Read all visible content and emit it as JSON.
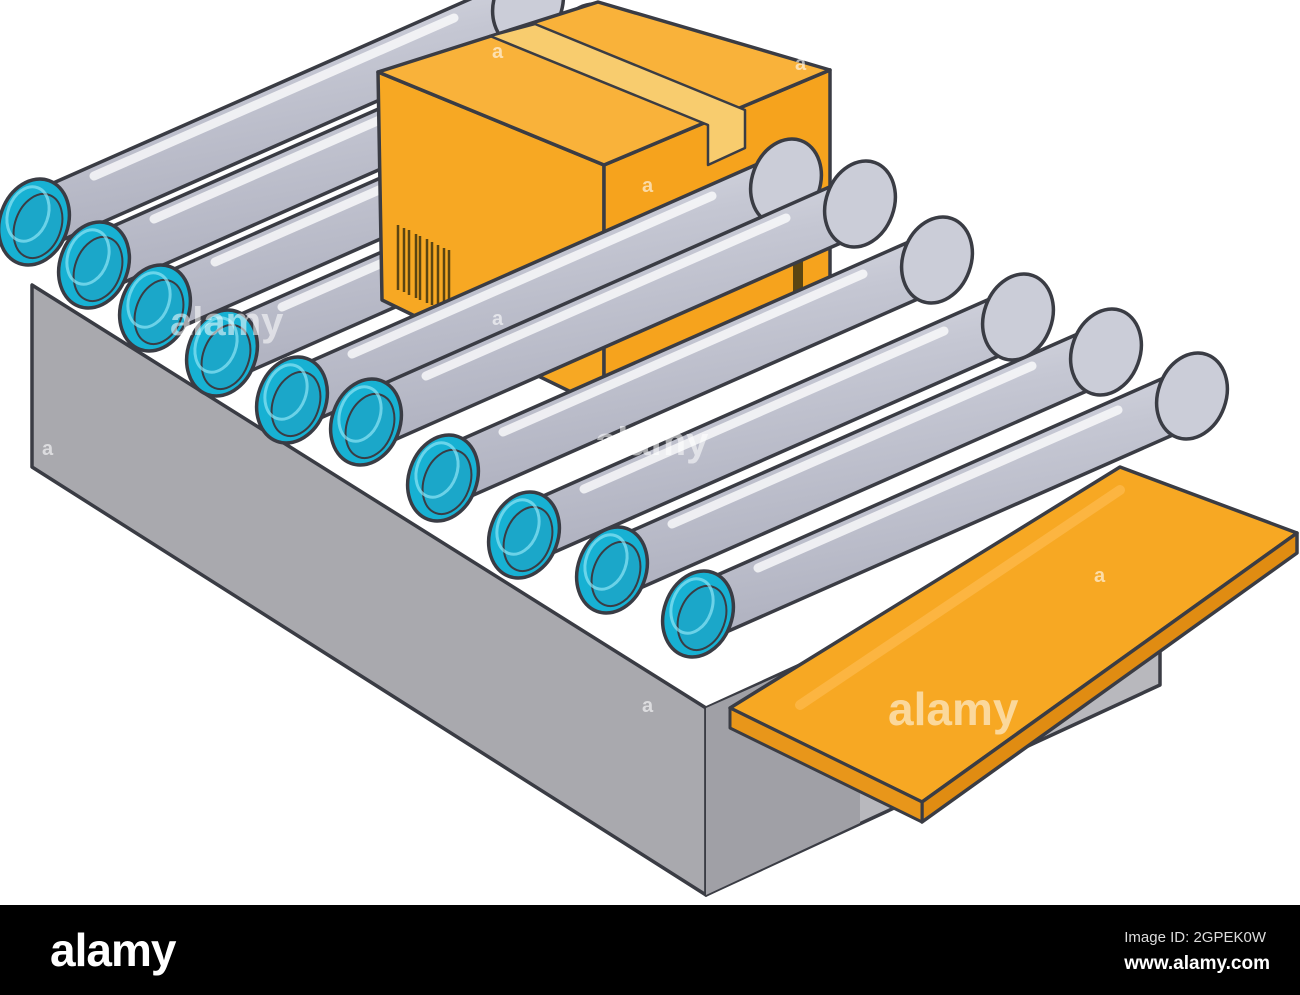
{
  "watermark": {
    "text": "alamy",
    "small_mark": "a"
  },
  "footer": {
    "logo": "alamy",
    "image_id_label": "Image ID: 2GPEK0W",
    "url": "www.alamy.com"
  },
  "colors": {
    "box": "#f7a823",
    "box_side": "#f4a21b",
    "roller": "#c7c9d4",
    "roller_end": "#17b1d3",
    "base": "#a9a9ae",
    "plate": "#f7a823",
    "outline": "#3a3c44",
    "footer_bg": "#000000"
  }
}
